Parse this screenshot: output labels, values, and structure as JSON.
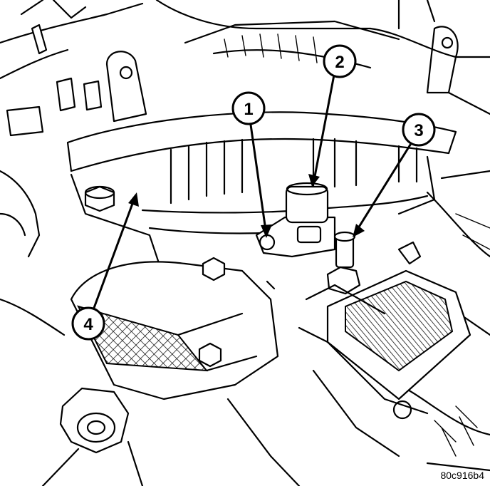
{
  "callouts": [
    {
      "id": "callout-1",
      "label": "1"
    },
    {
      "id": "callout-2",
      "label": "2"
    },
    {
      "id": "callout-3",
      "label": "3"
    },
    {
      "id": "callout-4",
      "label": "4"
    }
  ],
  "figure_id": "80c916b4"
}
